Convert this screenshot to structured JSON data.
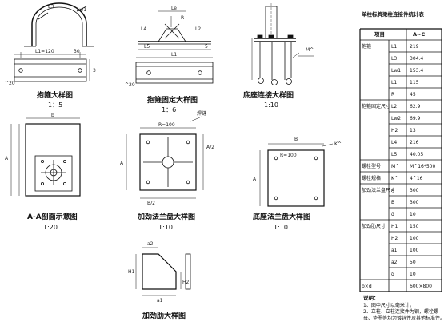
{
  "captions": {
    "clamp": "抱箍大样图",
    "clamp_scale": "1：5",
    "clamp_fix": "抱箍固定大样图",
    "clamp_fix_scale": "1：6",
    "base_bolt": "底座连接大样图",
    "base_bolt_scale": "1:10",
    "aa_section": "A-A剖面示意图",
    "aa_scale": "1:20",
    "flange_plate": "加劲法兰盘大样图",
    "flange_scale": "1:10",
    "base_flange": "底座法兰盘大样图",
    "base_flange_scale": "1:10",
    "rib": "加劲肋大样图"
  },
  "dims": {
    "l3": "L3",
    "lw1": "Lw1",
    "l1_120": "L1=120",
    "s30": "30",
    "s3": "3",
    "s20a": "^20",
    "le": "Le",
    "r": "R",
    "l4": "L4",
    "l2": "L2",
    "l5": "L5",
    "s5": "5",
    "l1": "L1",
    "s20b": "^20",
    "m": "M^",
    "b": "b",
    "a": "A",
    "r100": "R=100",
    "weld": "焊缝",
    "a2": "A/2",
    "b2": "B/2",
    "bb": "B",
    "k": "K^",
    "a1": "a1",
    "a2s": "a2",
    "h1": "H1",
    "h2": "H2"
  },
  "table": {
    "title": "单柱标牌梁柱连接件统计表",
    "header_item": "项目",
    "header_type": "A~C",
    "rows": [
      {
        "group": "抱箍",
        "name": "L1",
        "value": "219"
      },
      {
        "group": "",
        "name": "L3",
        "value": "304.4"
      },
      {
        "group": "",
        "name": "Lw1",
        "value": "153.4"
      },
      {
        "group": "",
        "name": "L1",
        "value": "115"
      },
      {
        "group": "",
        "name": "R",
        "value": "45"
      },
      {
        "group": "抱箍固定尺寸",
        "name": "L2",
        "value": "62.9"
      },
      {
        "group": "",
        "name": "Lw2",
        "value": "69.9"
      },
      {
        "group": "",
        "name": "H2",
        "value": "13"
      },
      {
        "group": "",
        "name": "L4",
        "value": "216"
      },
      {
        "group": "",
        "name": "L5",
        "value": "40.05"
      },
      {
        "group": "螺栓型号",
        "name": "M^",
        "value": "M^16*500"
      },
      {
        "group": "螺栓规格",
        "name": "K^",
        "value": "4^16"
      },
      {
        "group": "加劲法兰盘尺寸",
        "name": "A",
        "value": "300"
      },
      {
        "group": "",
        "name": "B",
        "value": "300"
      },
      {
        "group": "",
        "name": "δ",
        "value": "10"
      },
      {
        "group": "加劲肋尺寸",
        "name": "H1",
        "value": "150"
      },
      {
        "group": "",
        "name": "H2",
        "value": "100"
      },
      {
        "group": "",
        "name": "a1",
        "value": "100"
      },
      {
        "group": "",
        "name": "a2",
        "value": "50"
      },
      {
        "group": "",
        "name": "δ",
        "value": "10"
      },
      {
        "group": "b×d",
        "name": "",
        "value": "600×800"
      }
    ],
    "notes_title": "说明：",
    "notes": [
      "1、图中尺寸以毫米计。",
      "2、立柱、立柱连接件为钢，螺栓螺",
      "  母、垫圈等均为镀锌件及其他标准件。"
    ]
  }
}
